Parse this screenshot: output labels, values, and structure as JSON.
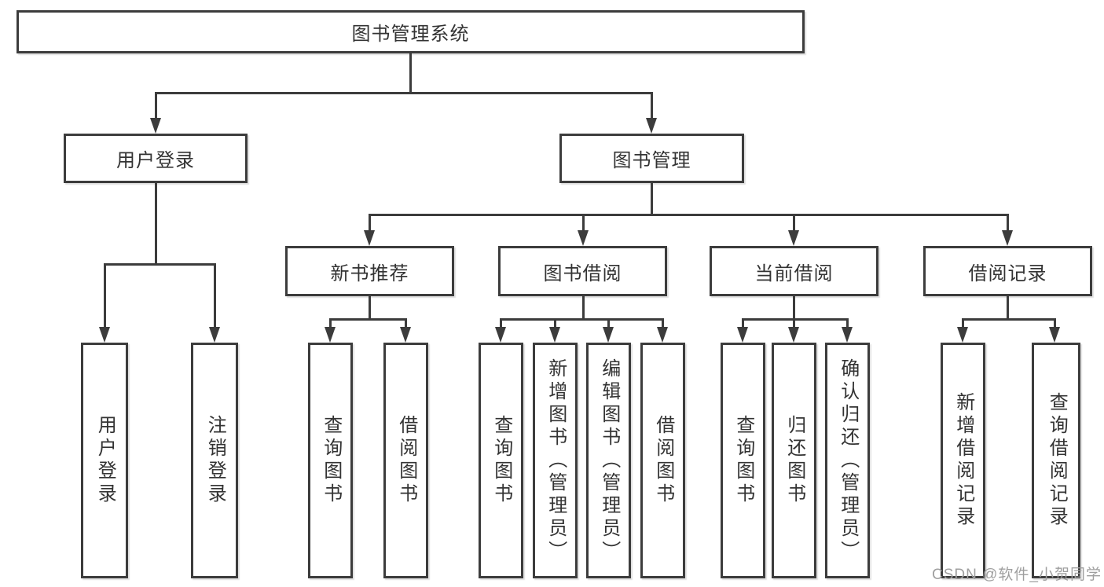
{
  "title": "图书管理系统",
  "tree": {
    "root": {
      "label": "图书管理系统"
    },
    "user_login": {
      "label": "用户登录",
      "children": [
        {
          "label": "用户登录"
        },
        {
          "label": "注销登录"
        }
      ]
    },
    "book_management": {
      "label": "图书管理",
      "modules": {
        "new_book_recommend": {
          "label": "新书推荐",
          "children": [
            {
              "label": "查询图书"
            },
            {
              "label": "借阅图书"
            }
          ]
        },
        "book_borrow": {
          "label": "图书借阅",
          "children": [
            {
              "label": "查询图书"
            },
            {
              "label": "新增图书（管理员）"
            },
            {
              "label": "编辑图书（管理员）"
            },
            {
              "label": "借阅图书"
            }
          ]
        },
        "current_borrow": {
          "label": "当前借阅",
          "children": [
            {
              "label": "查询图书"
            },
            {
              "label": "归还图书"
            },
            {
              "label": "确认归还（管理员）"
            }
          ]
        },
        "borrow_records": {
          "label": "借阅记录",
          "children": [
            {
              "label": "新增借阅记录"
            },
            {
              "label": "查询借阅记录"
            }
          ]
        }
      }
    }
  },
  "watermark": "CSDN @软件_小贺同学",
  "colors": {
    "line": "#3c3c3c",
    "text": "#333333",
    "watermark": "#9f9f9f",
    "background": "#ffffff"
  }
}
